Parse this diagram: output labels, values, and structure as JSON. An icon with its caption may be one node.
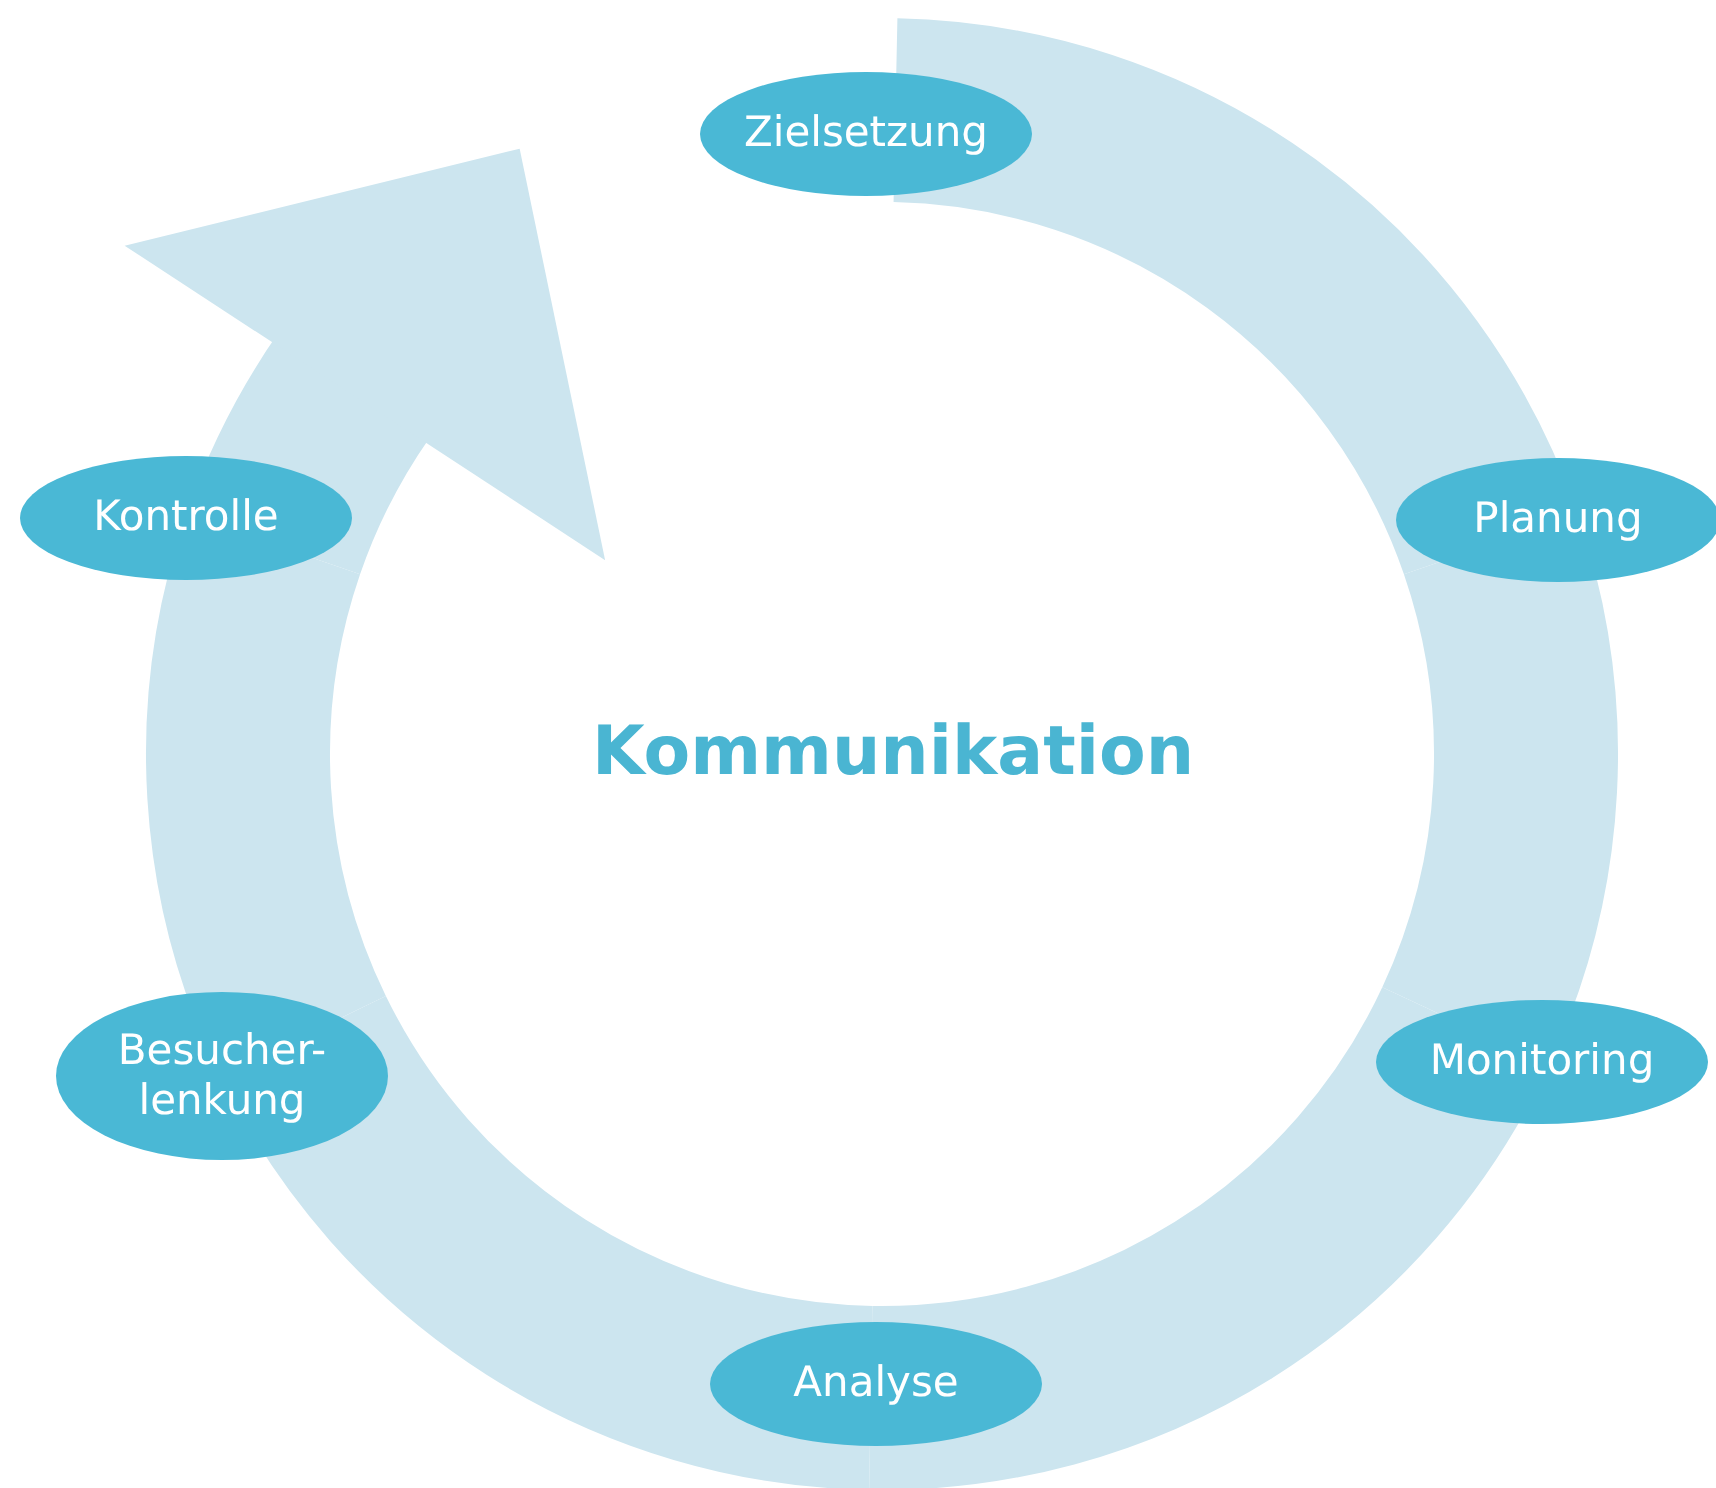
{
  "diagram": {
    "nodes": [
      {
        "text": [
          "Zielsetzung"
        ]
      },
      {
        "text": [
          "Planung"
        ]
      },
      {
        "text": [
          "Monitoring"
        ]
      },
      {
        "text": [
          "Analyse"
        ]
      },
      {
        "text": [
          "Besucher- lenkung"
        ]
      },
      {
        "text": [
          "Kontrolle"
        ]
      }
    ],
    "edges": [
      {
        "from": 0,
        "to": 1,
        "arrow": "none"
      },
      {
        "from": 1,
        "to": 2,
        "arrow": "none"
      },
      {
        "from": 2,
        "to": 3,
        "arrow": "none"
      },
      {
        "from": 3,
        "to": 4,
        "arrow": "none"
      },
      {
        "from": 4,
        "to": 5,
        "arrow": "none"
      },
      {
        "from": 5,
        "to": 0,
        "arrow": "to"
      }
    ],
    "labels": [
      "Kommunikation"
    ]
  }
}
